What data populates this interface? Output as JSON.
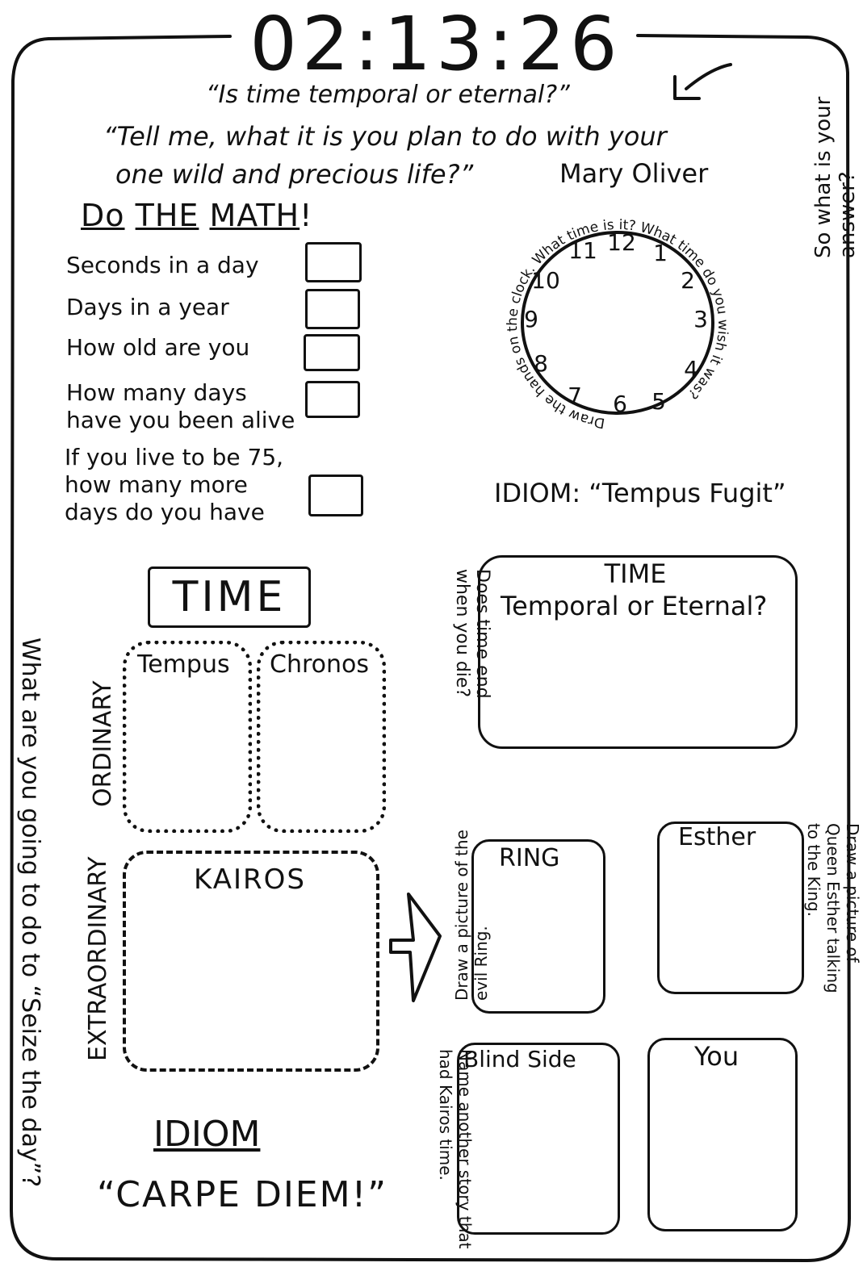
{
  "timer": "02:13:26",
  "side_note_right": "So what is your answer?",
  "quote_question": "“Is time temporal or eternal?”",
  "quote_oliver_line1": "“Tell me, what it is you plan to do with your",
  "quote_oliver_line2": "one wild and precious life?”",
  "quote_author": "Mary Oliver",
  "math": {
    "title_do": "Do",
    "title_the": "THE",
    "title_math": "MATH",
    "title_bang": "!",
    "items": [
      "Seconds in a day",
      "Days in a year",
      "How old are you",
      "How many days have you been alive",
      "If you live to be 75, how many more days do you have"
    ]
  },
  "clock": {
    "numbers": [
      "12",
      "1",
      "2",
      "3",
      "4",
      "5",
      "6",
      "7",
      "8",
      "9",
      "10",
      "11"
    ],
    "ring_text": "Draw the hands on the clock. What time is it? What time do you wish it was?"
  },
  "idiom_tempus": "IDIOM: “Tempus Fugit”",
  "time_heading": "TIME",
  "ordinary_label": "ORDINARY",
  "tempus_label": "Tempus",
  "chronos_label": "Chronos",
  "extraordinary_label": "EXTRAORDINARY",
  "kairos_label": "KAIROS",
  "temporal_box": {
    "title": "TIME",
    "subtitle": "Temporal or Eternal?",
    "side_note": "Does time end when you die?"
  },
  "ring_box": {
    "title": "RING",
    "note": "Draw a picture of the evil Ring."
  },
  "esther_box": {
    "title": "Esther",
    "note": "Draw a picture of Queen Esther talking to the King."
  },
  "blindside_box": {
    "title": "Blind Side",
    "note": "Name another story that had Kairos time."
  },
  "you_box": {
    "title": "You"
  },
  "side_note_left": "What are you going to do to “Seize the day”?",
  "idiom_label": "IDIOM",
  "carpe_diem": "“CARPE DIEM!”"
}
